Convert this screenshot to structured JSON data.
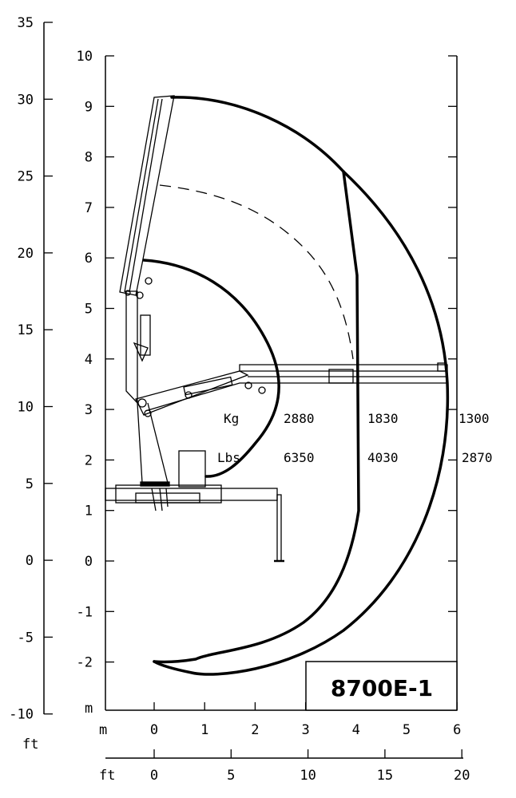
{
  "model": "8700E-1",
  "axes": {
    "left_ft": {
      "unit": "ft",
      "ticks": [
        "35",
        "30",
        "25",
        "20",
        "15",
        "10",
        "5",
        "0",
        "-5",
        "-10"
      ]
    },
    "inner_m_y": {
      "unit": "m",
      "ticks": [
        "10",
        "9",
        "8",
        "7",
        "6",
        "5",
        "4",
        "3",
        "2",
        "1",
        "0",
        "-1",
        "-2"
      ]
    },
    "bottom_m": {
      "unit": "m",
      "ticks": [
        "0",
        "1",
        "2",
        "3",
        "4",
        "5",
        "6"
      ]
    },
    "bottom_ft": {
      "unit": "ft",
      "ticks": [
        "0",
        "5",
        "10",
        "15",
        "20"
      ]
    }
  },
  "load_table": {
    "kg_label": "Kg",
    "lbs_label": "Lbs",
    "kg": [
      "2880",
      "1830",
      "1300"
    ],
    "lbs": [
      "6350",
      "4030",
      "2870"
    ]
  }
}
